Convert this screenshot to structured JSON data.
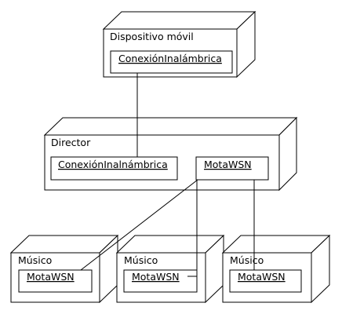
{
  "diagram": {
    "nodes": {
      "device": {
        "label": "Dispositivo móvil",
        "component": "ConexiónInalámbrica"
      },
      "director": {
        "label": "Director",
        "components": {
          "wireless": "ConexiónInalnámbrica",
          "mote": "MotaWSN"
        }
      },
      "musicians": [
        {
          "label": "Músico",
          "component": "MotaWSN"
        },
        {
          "label": "Músico",
          "component": "MotaWSN"
        },
        {
          "label": "Músico",
          "component": "MotaWSN"
        }
      ]
    },
    "colors": {
      "stroke": "#000000",
      "fill": "#ffffff",
      "text": "#000000"
    }
  }
}
